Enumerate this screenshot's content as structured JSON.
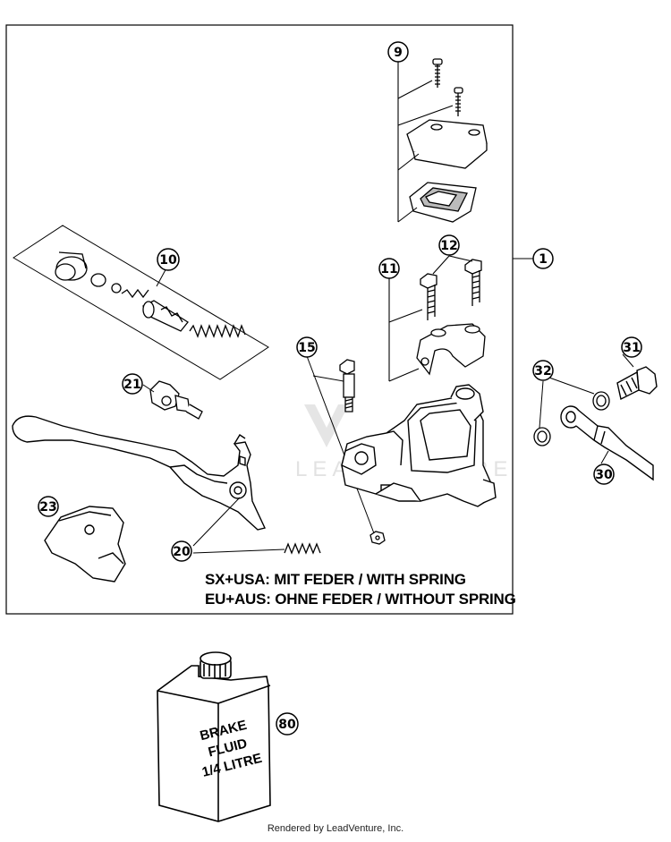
{
  "callouts": {
    "c1": "1",
    "c9": "9",
    "c10": "10",
    "c11": "11",
    "c12": "12",
    "c15": "15",
    "c20": "20",
    "c21": "21",
    "c23": "23",
    "c30": "30",
    "c31": "31",
    "c32": "32",
    "c80": "80"
  },
  "notes": {
    "line1": "SX+USA:  MIT FEDER / WITH SPRING",
    "line2": "EU+AUS:  OHNE FEDER / WITHOUT SPRING"
  },
  "bottle_label": {
    "line1": "BRAKE",
    "line2": "FLUID",
    "line3": "1/4 LITRE"
  },
  "watermark": "LEADVENTURE",
  "footer": "Rendered by LeadVenture, Inc."
}
